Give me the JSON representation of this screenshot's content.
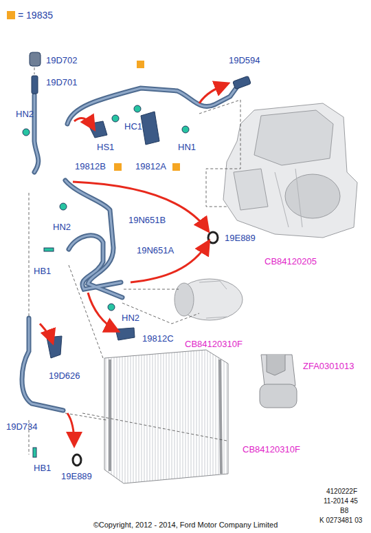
{
  "diagram": {
    "labels": [
      "19D702",
      "19D701",
      "HN2",
      "19D594",
      "HC1",
      "HS1",
      "HN1",
      "19812B",
      "19812A",
      "HN2",
      "19N651B",
      "19N651A",
      "19E889",
      "HB1",
      "CB84120205",
      "HN2",
      "19812C",
      "CB84120310F",
      "ZFA0301013",
      "19D626",
      "19D734",
      "CB84120310F",
      "HB1",
      "19E889",
      "4120222F",
      "11-2014 45",
      "B8",
      "K 0273481 03",
      "©Copyright, 2012 - 2014, Ford Motor Company Limited"
    ],
    "legend": [
      {
        "text": "= 19835",
        "color": "#f5a623"
      }
    ]
  }
}
